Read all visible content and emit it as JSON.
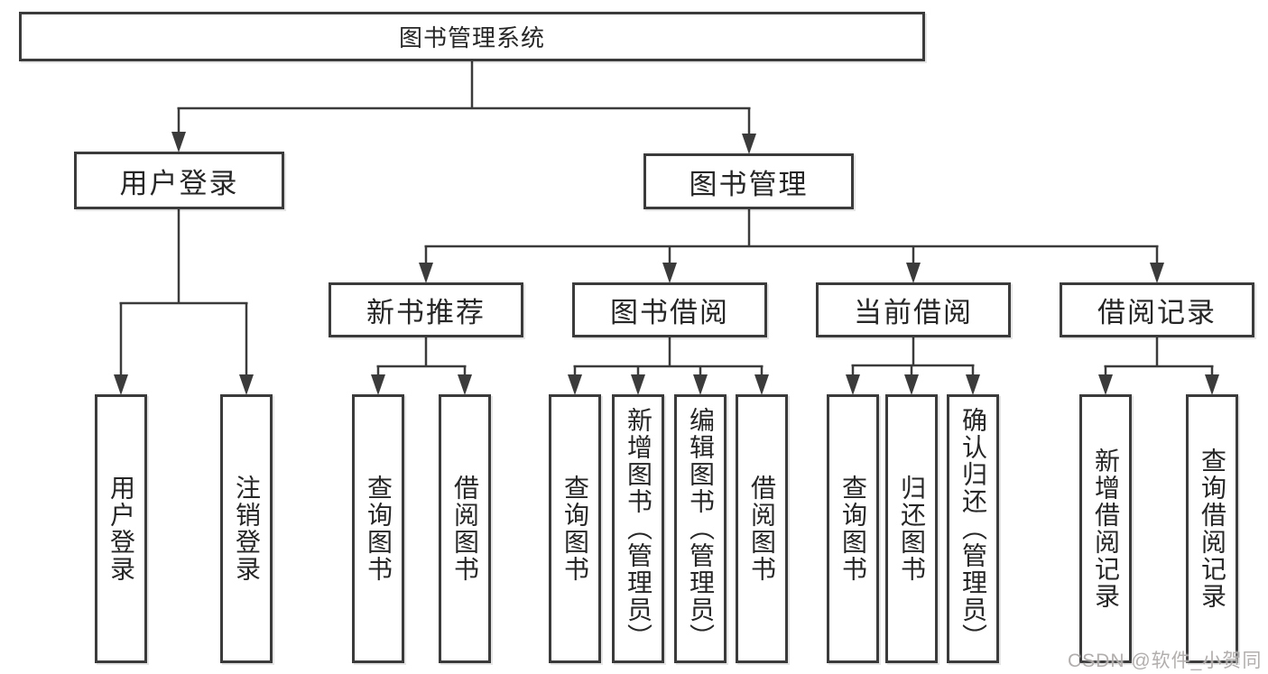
{
  "diagram": {
    "type": "tree",
    "title": "图书管理系统",
    "colors": {
      "line": "#3b3b3b",
      "box_border": "#3b3b3b",
      "box_fill": "#ffffff",
      "text": "#262626",
      "background": "#ffffff",
      "watermark": "#afaaaa"
    },
    "watermark": "CSDN @软件_小贺同学"
  },
  "tree": {
    "label": "图书管理系统",
    "children": [
      {
        "label": "用户登录",
        "children": [
          {
            "label": "用户登录"
          },
          {
            "label": "注销登录"
          }
        ]
      },
      {
        "label": "图书管理",
        "children": [
          {
            "label": "新书推荐",
            "children": [
              {
                "label": "查询图书"
              },
              {
                "label": "借阅图书"
              }
            ]
          },
          {
            "label": "图书借阅",
            "children": [
              {
                "label": "查询图书"
              },
              {
                "label": "新增图书（管理员）"
              },
              {
                "label": "编辑图书（管理员）"
              },
              {
                "label": "借阅图书"
              }
            ]
          },
          {
            "label": "当前借阅",
            "children": [
              {
                "label": "查询图书"
              },
              {
                "label": "归还图书"
              },
              {
                "label": "确认归还（管理员）"
              }
            ]
          },
          {
            "label": "借阅记录",
            "children": [
              {
                "label": "新增借阅记录"
              },
              {
                "label": "查询借阅记录"
              }
            ]
          }
        ]
      }
    ]
  }
}
